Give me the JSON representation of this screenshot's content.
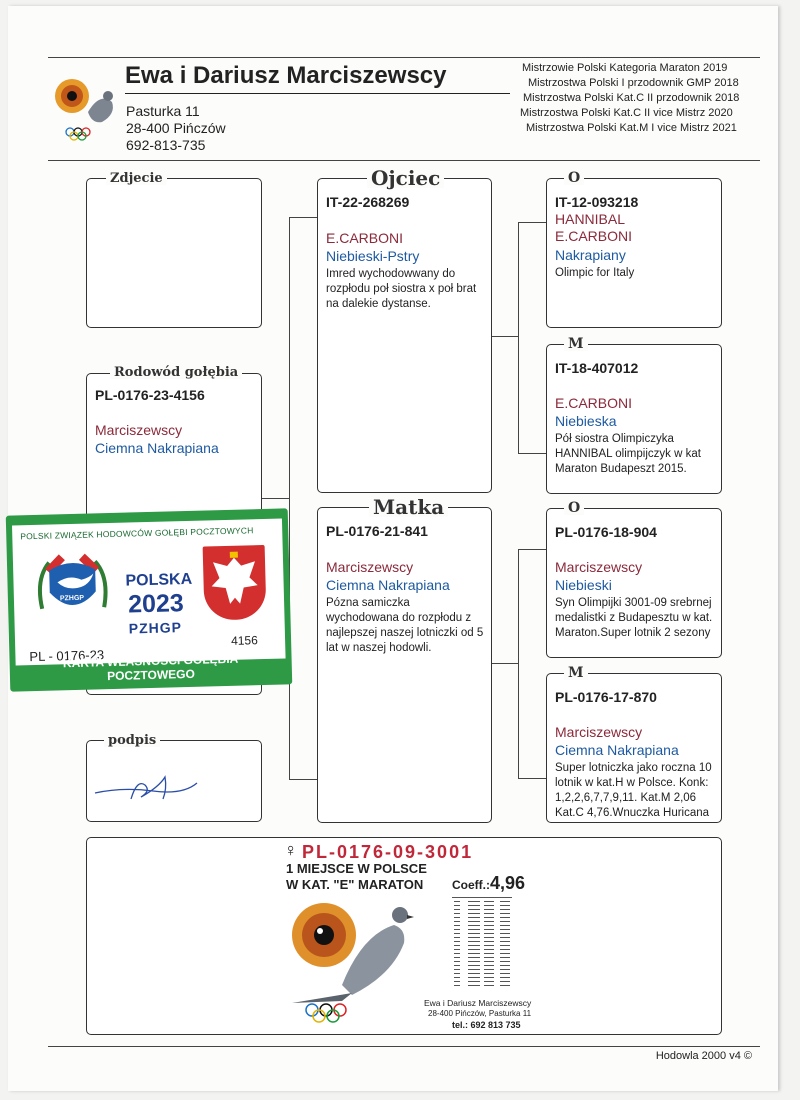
{
  "header": {
    "title": "Ewa i Dariusz Marciszewscy",
    "address_line1": "Pasturka 11",
    "address_line2": "28-400 Pińczów",
    "phone": "692-813-735",
    "awards": [
      "Mistrzowie Polski Kategoria Maraton 2019",
      "Mistrzostwa Polski I  przodownik GMP 2018",
      "Mistrzostwa Polski Kat.C II przodownik 2018",
      "Mistrzostwa Polski Kat.C II vice Mistrz 2020",
      "Mistrzostwa Polski Kat.M I vice Mistrz 2021"
    ]
  },
  "sections": {
    "photo": "Zdjecie",
    "pedigree": "Rodowód gołębia",
    "signature": "podpis",
    "father": "Ojciec",
    "mother": "Matka",
    "o": "O",
    "m": "M"
  },
  "subject": {
    "ring": "PL-0176-23-4156",
    "owner": "Marciszewscy",
    "color": "Ciemna Nakrapiana"
  },
  "card": {
    "org": "POLSKI ZWIĄZEK HODOWCÓW GOŁĘBI POCZTOWYCH",
    "country": "POLSKA",
    "year": "2023",
    "abbr": "PZHGP",
    "logo_text": "PZHGP",
    "ring_prefix": "PL - 0176-23",
    "ring_number": "4156",
    "footer": "KARTA  WŁASNOŚCI GOŁĘBIA POCZTOWEGO"
  },
  "father": {
    "ring": "IT-22-268269",
    "owner": "E.CARBONI",
    "color": "Niebieski-Pstry",
    "desc": "Imred wychodowwany do rozpłodu poł siostra x poł brat na dalekie dystanse."
  },
  "mother": {
    "ring": "PL-0176-21-841",
    "owner": "Marciszewscy",
    "color": "Ciemna Nakrapiana",
    "desc": "Pózna samiczka wychodowana do rozpłodu z najlepszej naszej lotniczki od 5 lat w naszej hodowli."
  },
  "ff": {
    "ring": "IT-12-093218",
    "name": "HANNIBAL",
    "owner": "E.CARBONI",
    "color": "Nakrapiany",
    "desc": "Olimpic for Italy"
  },
  "fm": {
    "ring": "IT-18-407012",
    "owner": "E.CARBONI",
    "color": "Niebieska",
    "desc": "Pół siostra Olimpiczyka HANNIBAL olimpijczyk w kat Maraton Budapeszt 2015."
  },
  "mf": {
    "ring": "PL-0176-18-904",
    "owner": "Marciszewscy",
    "color": "Niebieski",
    "desc": "Syn Olimpijki 3001-09 srebrnej medalistki z Budapesztu w kat. Maraton.Super lotnik 2 sezony"
  },
  "mm": {
    "ring": "PL-0176-17-870",
    "owner": "Marciszewscy",
    "color": "Ciemna Nakrapiana",
    "desc": "Super lotniczka jako roczna 10 lotnik w kat.H w Polsce. Konk: 1,2,2,6,7,7,9,11. Kat.M 2,06 Kat.C 4,76.Wnuczka Huricana"
  },
  "promo": {
    "sex_symbol": "♀",
    "ring": "PL-0176-09-3001",
    "line1": "1 MIEJSCE W POLSCE",
    "line2": "W KAT. \"E\" MARATON",
    "coeff_label": "Coeff.:",
    "coeff_value": "4,96",
    "footer_name": "Ewa i Dariusz Marciszewscy",
    "footer_addr": "28-400 Pińczów, Pasturka 11",
    "footer_tel": "tel.: 692 813 735"
  },
  "footer": "Hodowla 2000 v4 ©",
  "colors": {
    "owner": "#8a2a3a",
    "color": "#1e5aa0",
    "card_green": "#2e9a46",
    "promo_red": "#c0283a"
  }
}
